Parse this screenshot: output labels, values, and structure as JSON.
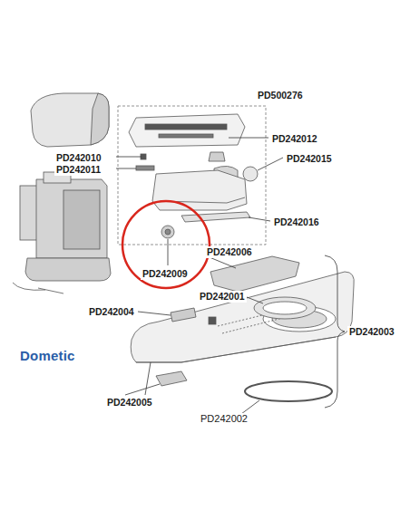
{
  "diagram": {
    "labels": [
      "PD500276",
      "PD242012",
      "PD242010",
      "PD242011",
      "PD242015",
      "PD242016",
      "PD242009",
      "PD242006",
      "PD242001",
      "PD242004",
      "PD242003",
      "PD242005",
      "PD242002",
      "Dometic"
    ]
  }
}
